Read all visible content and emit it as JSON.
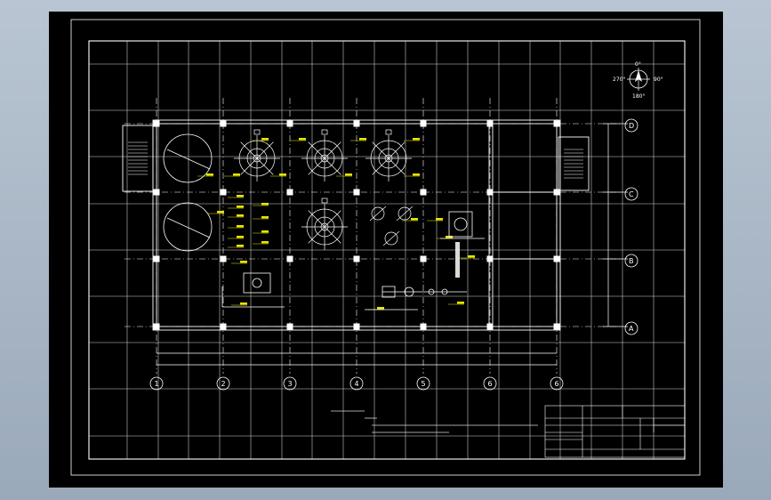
{
  "compass": {
    "north": "0°",
    "east": "90°",
    "south": "180°",
    "west": "270°"
  },
  "axes": {
    "columns": [
      "1",
      "2",
      "3",
      "4",
      "5",
      "6",
      "6"
    ],
    "rows": [
      "D",
      "C",
      "B",
      "A"
    ]
  },
  "colors": {
    "background": "#000000",
    "grid": "#ffffff",
    "wall": "#ffffff",
    "equipment": "#ffffff",
    "annotation": "#e6e600"
  }
}
